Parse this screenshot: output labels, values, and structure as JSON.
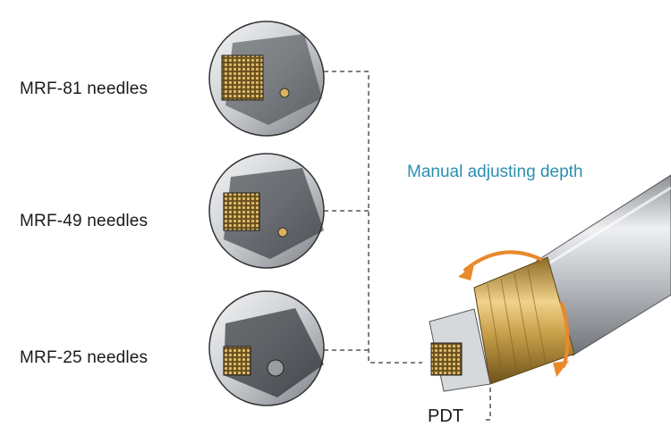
{
  "labels": {
    "mrf81": "MRF-81 needles",
    "mrf49": "MRF-49 needles",
    "mrf25": "MRF-25 needles"
  },
  "caption": "Manual  adjusting depth",
  "pdt_label": "PDT",
  "colors": {
    "caption": "#2b8fb0",
    "arrow": "#e8892b",
    "gold": "#c9a04a",
    "silver": "#b9bcc0"
  }
}
